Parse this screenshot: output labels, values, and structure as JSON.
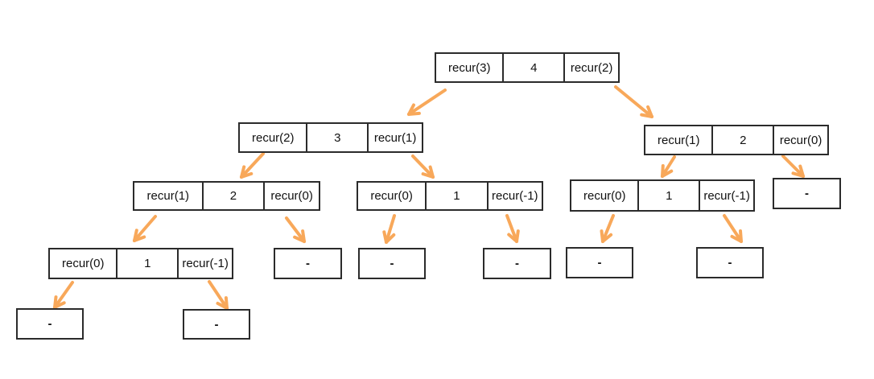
{
  "diagram": {
    "description": "Recursion tree of recur(3)",
    "arrow_color": "#F8A85A",
    "box_border_color": "#2b2b2b",
    "nodes": [
      {
        "id": "root",
        "cells": [
          "recur(3)",
          "4",
          "recur(2)"
        ]
      },
      {
        "id": "l2-left",
        "cells": [
          "recur(2)",
          "3",
          "recur(1)"
        ]
      },
      {
        "id": "l2-right",
        "cells": [
          "recur(1)",
          "2",
          "recur(0)"
        ]
      },
      {
        "id": "l3-a",
        "cells": [
          "recur(1)",
          "2",
          "recur(0)"
        ]
      },
      {
        "id": "l3-b",
        "cells": [
          "recur(0)",
          "1",
          "recur(-1)"
        ]
      },
      {
        "id": "l3-c",
        "cells": [
          "recur(0)",
          "1",
          "recur(-1)"
        ]
      },
      {
        "id": "l3-d",
        "cells": [
          "-"
        ]
      },
      {
        "id": "l4-a",
        "cells": [
          "recur(0)",
          "1",
          "recur(-1)"
        ]
      },
      {
        "id": "l4-b",
        "cells": [
          "-"
        ]
      },
      {
        "id": "l4-c",
        "cells": [
          "-"
        ]
      },
      {
        "id": "l4-d",
        "cells": [
          "-"
        ]
      },
      {
        "id": "l4-e",
        "cells": [
          "-"
        ]
      },
      {
        "id": "l4-f",
        "cells": [
          "-"
        ]
      },
      {
        "id": "l5-a",
        "cells": [
          "-"
        ]
      },
      {
        "id": "l5-b",
        "cells": [
          "-"
        ]
      }
    ],
    "edges": [
      {
        "from": "root",
        "to": "l2-left"
      },
      {
        "from": "root",
        "to": "l2-right"
      },
      {
        "from": "l2-left",
        "to": "l3-a"
      },
      {
        "from": "l2-left",
        "to": "l3-b"
      },
      {
        "from": "l2-right",
        "to": "l3-c"
      },
      {
        "from": "l2-right",
        "to": "l3-d"
      },
      {
        "from": "l3-a",
        "to": "l4-a"
      },
      {
        "from": "l3-a",
        "to": "l4-b"
      },
      {
        "from": "l3-b",
        "to": "l4-c"
      },
      {
        "from": "l3-b",
        "to": "l4-d"
      },
      {
        "from": "l3-c",
        "to": "l4-e"
      },
      {
        "from": "l3-c",
        "to": "l4-f"
      },
      {
        "from": "l4-a",
        "to": "l5-a"
      },
      {
        "from": "l4-a",
        "to": "l5-b"
      }
    ]
  }
}
